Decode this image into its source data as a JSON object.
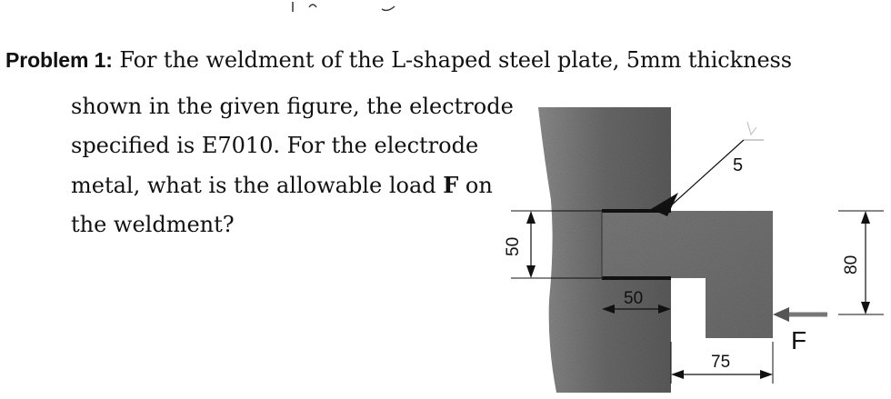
{
  "problem": {
    "label": "Problem 1:",
    "first_line": " For the weldment of the L-shaped steel plate, 5mm thickness",
    "lines": [
      "shown in the given figure, the electrode",
      "specified is E7010. For the electrode",
      "metal, what is the allowable load "
    ],
    "load_symbol": "F",
    "line3_tail": " on",
    "last_line": "the weldment?"
  },
  "figure": {
    "weld_size": "5",
    "dim_left": "50",
    "dim_weld_length": "50",
    "dim_bottom": "75",
    "dim_right": "80",
    "force_label": "F",
    "colors": {
      "steel_dark": "#5a5a5a",
      "steel_mid": "#8a8a8a",
      "steel_light": "#b0b0b0"
    }
  }
}
